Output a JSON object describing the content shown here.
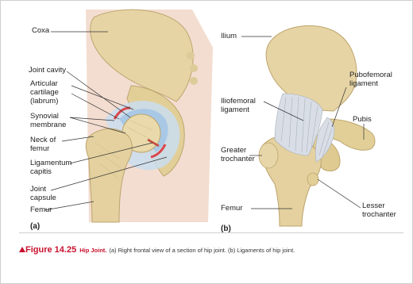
{
  "panel_a": {
    "letter": "(a)",
    "labels": [
      "Coxa",
      "Joint cavity",
      "Articular",
      "cartilage",
      "(labrum)",
      "Synovial",
      "membrane",
      "Neck of",
      "femur",
      "Ligamentum",
      "capitis",
      "Joint",
      "capsule",
      "Femur"
    ]
  },
  "panel_b": {
    "letter": "(b)",
    "labels": [
      "Ilium",
      "Iliofemoral",
      "ligament",
      "Greater",
      "trochanter",
      "Femur",
      "Pubofemoral",
      "ligament",
      "Pubis",
      "Lesser",
      "trochanter"
    ]
  },
  "caption": {
    "figure_number": "Figure 14.25",
    "title": "Hip Joint.",
    "text": "(a) Right frontal view of a section of hip joint. (b) Ligaments of hip joint."
  },
  "colors": {
    "bone": "#e7d6a8",
    "bone_dark": "#cbb47a",
    "cartilage": "#b9d4ea",
    "synovial": "#d9464b",
    "ligament": "#d8dde4",
    "skin": "#f2d9cc",
    "accent": "#c8102e"
  }
}
